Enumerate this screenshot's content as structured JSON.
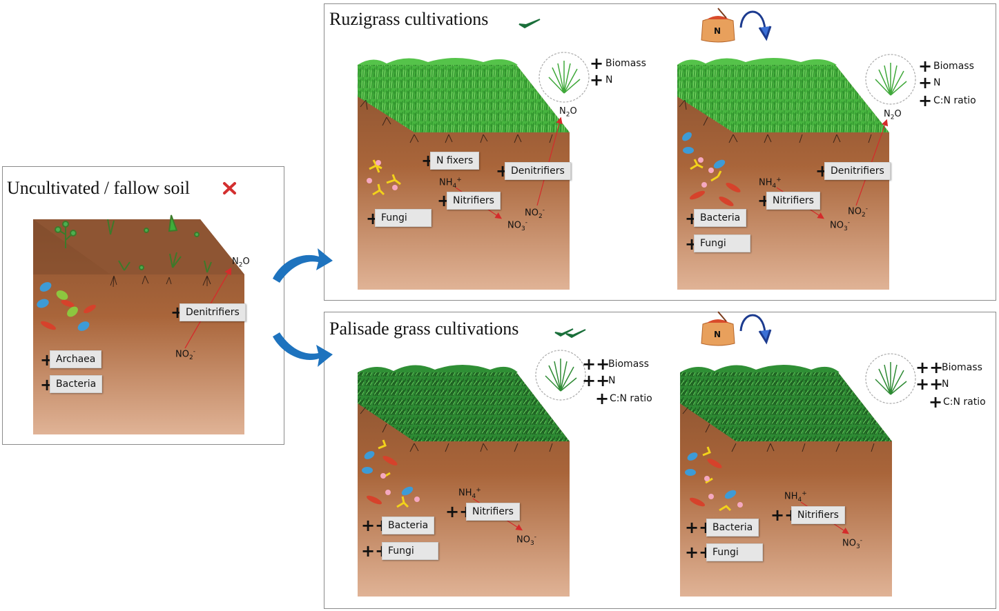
{
  "panels": {
    "fallow": {
      "title": "Uncultivated / fallow soil",
      "labels": [
        "Denitrifiers",
        "Archaea",
        "Bacteria"
      ],
      "gas": "N2O",
      "substrate": "NO2-"
    },
    "ruzi": {
      "title": "Ruzigrass cultivations"
    },
    "palisade": {
      "title": "Palisade grass cultivations"
    }
  },
  "labels": {
    "biomass": "Biomass",
    "n": "N",
    "cn_ratio": "C:N ratio",
    "n_fixers": "N fixers",
    "denitrifiers": "Denitrifiers",
    "nitrifiers": "Nitrifiers",
    "fungi": "Fungi",
    "bacteria": "Bacteria",
    "archaea": "Archaea",
    "fertilizer_bag": "N"
  },
  "chemistry": {
    "n2o": "N2O",
    "nh4": "NH4+",
    "no3": "NO3-",
    "no2": "NO2-"
  },
  "colors": {
    "soil_top": "#8a5230",
    "soil_mid": "#b06a3d",
    "soil_bottom": "#d7a486",
    "ruzigrass": "#3fb83a",
    "palisade": "#2e8b2e",
    "arrow_blue": "#1e73be",
    "reaction_red": "#d42b2b",
    "cross_red": "#d32f2f",
    "check_green": "#1a6f3a"
  }
}
